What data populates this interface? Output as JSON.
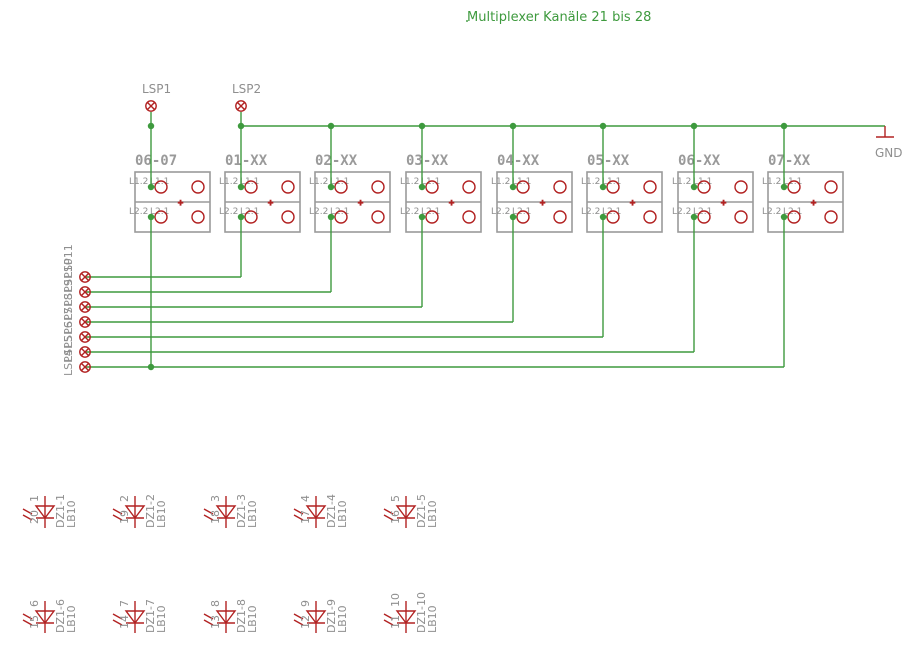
{
  "title": "Multiplexer Kanäle 21 bis 28",
  "ground": "GND",
  "lsp_top": [
    "LSP1",
    "LSP2"
  ],
  "connectors": [
    {
      "name": "06-07",
      "pins": [
        "L1.2",
        "L1.1",
        "L2.2",
        "L2.1"
      ]
    },
    {
      "name": "01-XX",
      "pins": [
        "L1.2",
        "L1.1",
        "L2.2",
        "L2.1"
      ]
    },
    {
      "name": "02-XX",
      "pins": [
        "L1.2",
        "L1.1",
        "L2.2",
        "L2.1"
      ]
    },
    {
      "name": "03-XX",
      "pins": [
        "L1.2",
        "L1.1",
        "L2.2",
        "L2.1"
      ]
    },
    {
      "name": "04-XX",
      "pins": [
        "L1.2",
        "L1.1",
        "L2.2",
        "L2.1"
      ]
    },
    {
      "name": "05-XX",
      "pins": [
        "L1.2",
        "L1.1",
        "L2.2",
        "L2.1"
      ]
    },
    {
      "name": "06-XX",
      "pins": [
        "L1.2",
        "L1.1",
        "L2.2",
        "L2.1"
      ]
    },
    {
      "name": "07-XX",
      "pins": [
        "L1.2",
        "L1.1",
        "L2.2",
        "L2.1"
      ]
    }
  ],
  "lsp_side": [
    "LSP4",
    "LSP5",
    "LSP6",
    "LSP7",
    "LSP8",
    "LSP9",
    "LSP10",
    "LSP11"
  ],
  "leds_row1": [
    {
      "num": "1",
      "pin": "20",
      "ref": "DZ1-1",
      "val": "LB10"
    },
    {
      "num": "2",
      "pin": "19",
      "ref": "DZ1-2",
      "val": "LB10"
    },
    {
      "num": "3",
      "pin": "18",
      "ref": "DZ1-3",
      "val": "LB10"
    },
    {
      "num": "4",
      "pin": "17",
      "ref": "DZ1-4",
      "val": "LB10"
    },
    {
      "num": "5",
      "pin": "16",
      "ref": "DZ1-5",
      "val": "LB10"
    }
  ],
  "leds_row2": [
    {
      "num": "6",
      "pin": "15",
      "ref": "DZ1-6",
      "val": "LB10"
    },
    {
      "num": "7",
      "pin": "14",
      "ref": "DZ1-7",
      "val": "LB10"
    },
    {
      "num": "8",
      "pin": "13",
      "ref": "DZ1-8",
      "val": "LB10"
    },
    {
      "num": "9",
      "pin": "12",
      "ref": "DZ1-9",
      "val": "LB10"
    },
    {
      "num": "10",
      "pin": "11",
      "ref": "DZ1-10",
      "val": "LB10"
    }
  ]
}
